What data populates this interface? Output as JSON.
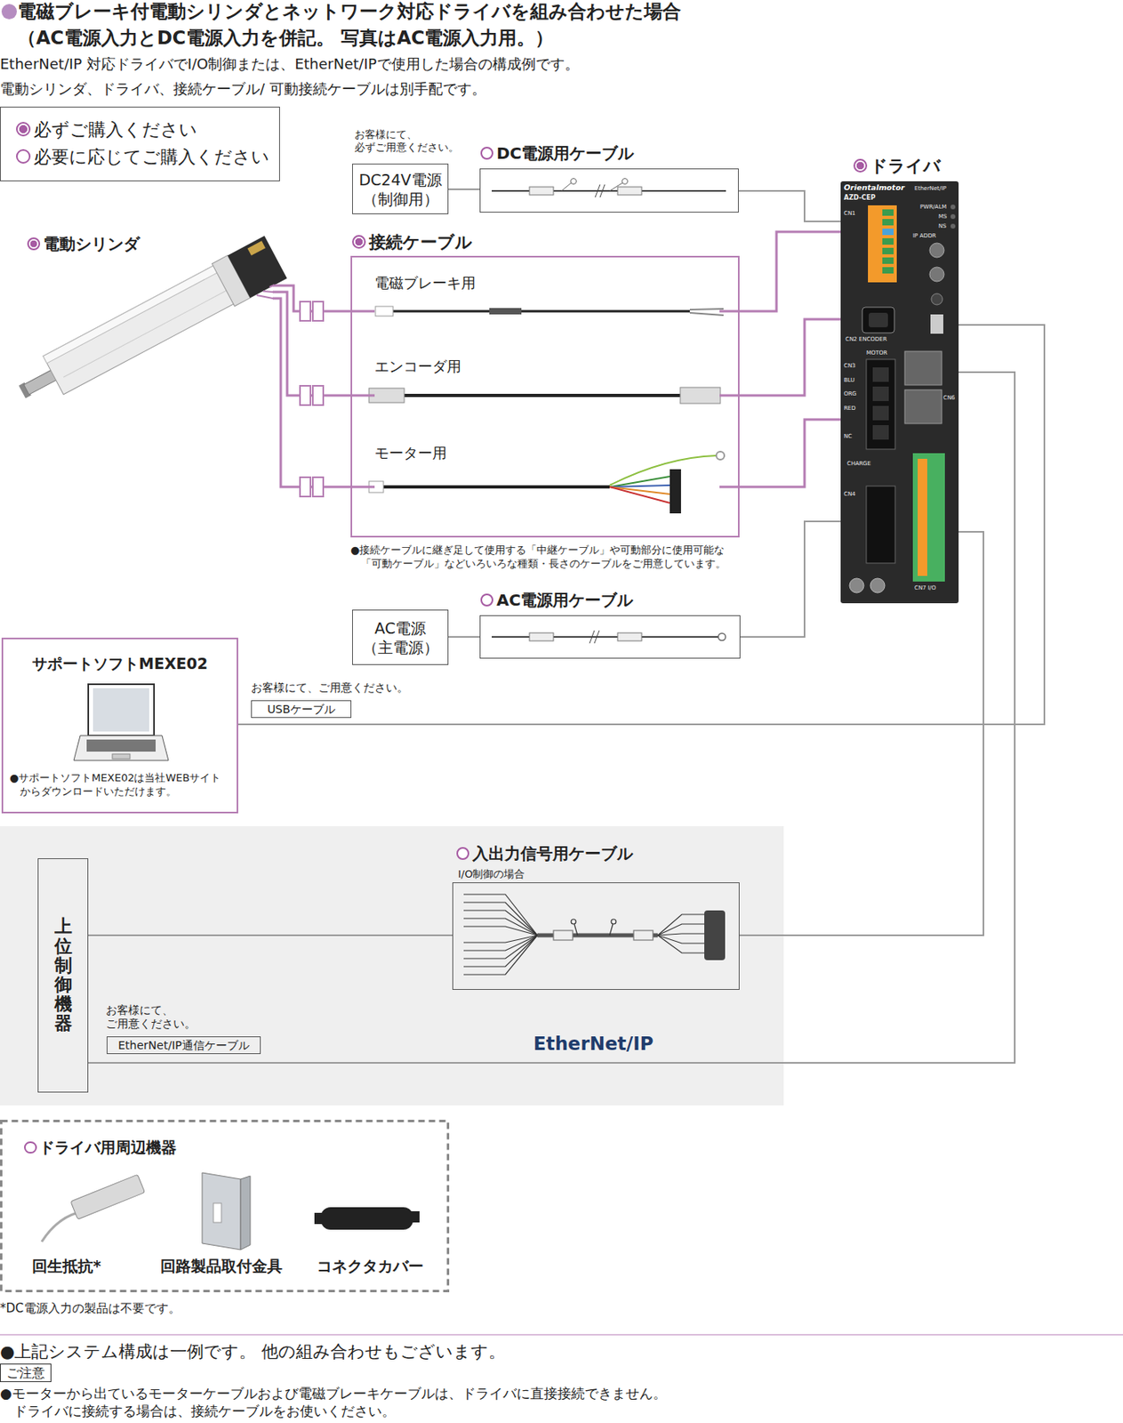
{
  "diagram": {
    "title": "電磁ブレーキ付電動シリンダとネットワーク対応ドライバを組み合わせた場合 （AC電源入力とDC電源入力を併記。 写真はAC電源入力用。）",
    "nodes": [
      {
        "text": [
          "DC24V電源 （制御用）"
        ]
      },
      {
        "text": [
          "DC電源用ケーブル"
        ]
      },
      {
        "text": [
          "電動シリンダ"
        ]
      },
      {
        "text": [
          "接続ケーブル"
        ]
      },
      {
        "text": [
          "電磁ブレーキ用"
        ],
        "in": 3
      },
      {
        "text": [
          "エンコーダ用"
        ],
        "in": 3
      },
      {
        "text": [
          "モーター用"
        ],
        "in": 3
      },
      {
        "text": [
          "ドライバ"
        ]
      },
      {
        "text": [
          "AC電源 （主電源）"
        ]
      },
      {
        "text": [
          "AC電源用ケーブル"
        ]
      },
      {
        "text": [
          "サポートソフトMEXE02",
          "●サポートソフトMEXE02は当社WEBサイト からダウンロードいただけます。"
        ]
      },
      {
        "text": [
          "USBケーブル"
        ]
      },
      {
        "text": [
          "EtherNet/IP"
        ]
      },
      {
        "text": [
          "上位制御機器"
        ],
        "in": 12
      },
      {
        "text": [
          "入出力信号用ケーブル",
          "I/O制御の場合"
        ],
        "in": 12
      },
      {
        "text": [
          "EtherNet/IP通信ケーブル"
        ],
        "in": 12
      },
      {
        "text": [
          "ドライバ用周辺機器"
        ]
      },
      {
        "text": [
          "ご注意"
        ]
      }
    ],
    "edges": [
      {
        "from": 0,
        "to": 1,
        "arrow": "none"
      },
      {
        "from": 1,
        "to": 7,
        "arrow": "none"
      },
      {
        "from": 2,
        "to": 4,
        "arrow": "none"
      },
      {
        "from": 2,
        "to": 5,
        "arrow": "none"
      },
      {
        "from": 2,
        "to": 6,
        "arrow": "none"
      },
      {
        "from": 4,
        "to": 7,
        "arrow": "none"
      },
      {
        "from": 5,
        "to": 7,
        "arrow": "none"
      },
      {
        "from": 6,
        "to": 7,
        "arrow": "none"
      },
      {
        "from": 8,
        "to": 9,
        "arrow": "none"
      },
      {
        "from": 9,
        "to": 7,
        "arrow": "none"
      },
      {
        "from": 10,
        "to": 7,
        "arrow": "none"
      },
      {
        "from": 13,
        "to": 14,
        "arrow": "none"
      },
      {
        "from": 14,
        "to": 7,
        "arrow": "none"
      },
      {
        "from": 13,
        "to": 7,
        "arrow": "none"
      }
    ],
    "labels": [
      "EtherNet/IP 対応ドライバでI/O制御または、EtherNet/IPで使用した場合の構成例です。",
      "電動シリンダ、ドライバ、接続ケーブル/ 可動接続ケーブルは別手配です。",
      "お客様にて、 必ずご用意ください。",
      "●接続ケーブルに継ぎ足して使用する「中継ケーブル」や可動部分に使用可能な 「可動ケーブル」などいろいろな種類・長さのケーブルをご用意しています。",
      "お客様にて、ご用意ください。",
      "お客様にて、 ご用意ください。",
      "回生抵抗*",
      "回路製品取付金具",
      "コネクタカバー",
      "*DC電源入力の製品は不要です。",
      "●上記システム構成は一例です。 他の組み合わせもございます。",
      "●モーターから出ているモーターケーブルおよび電磁ブレーキケーブルは、ドライバに直接接続できません。 ドライバに接続する場合は、接続ケーブルをお使いください。",
      "Orientalmotor",
      "EtherNet/IP",
      "AZD-CEP",
      "CN1",
      "PWR/ALM",
      "MS",
      "NS",
      "IP ADDR",
      "CN2 ENCODER",
      "MOTOR",
      "CN3",
      "BLU",
      "ORG",
      "RED",
      "NC",
      "CN6",
      "CHARGE",
      "CN4",
      "CN7 I/O"
    ],
    "legend": [
      {
        "text": "必ずご購入ください"
      },
      {
        "text": "必要に応じてご購入ください"
      }
    ]
  }
}
